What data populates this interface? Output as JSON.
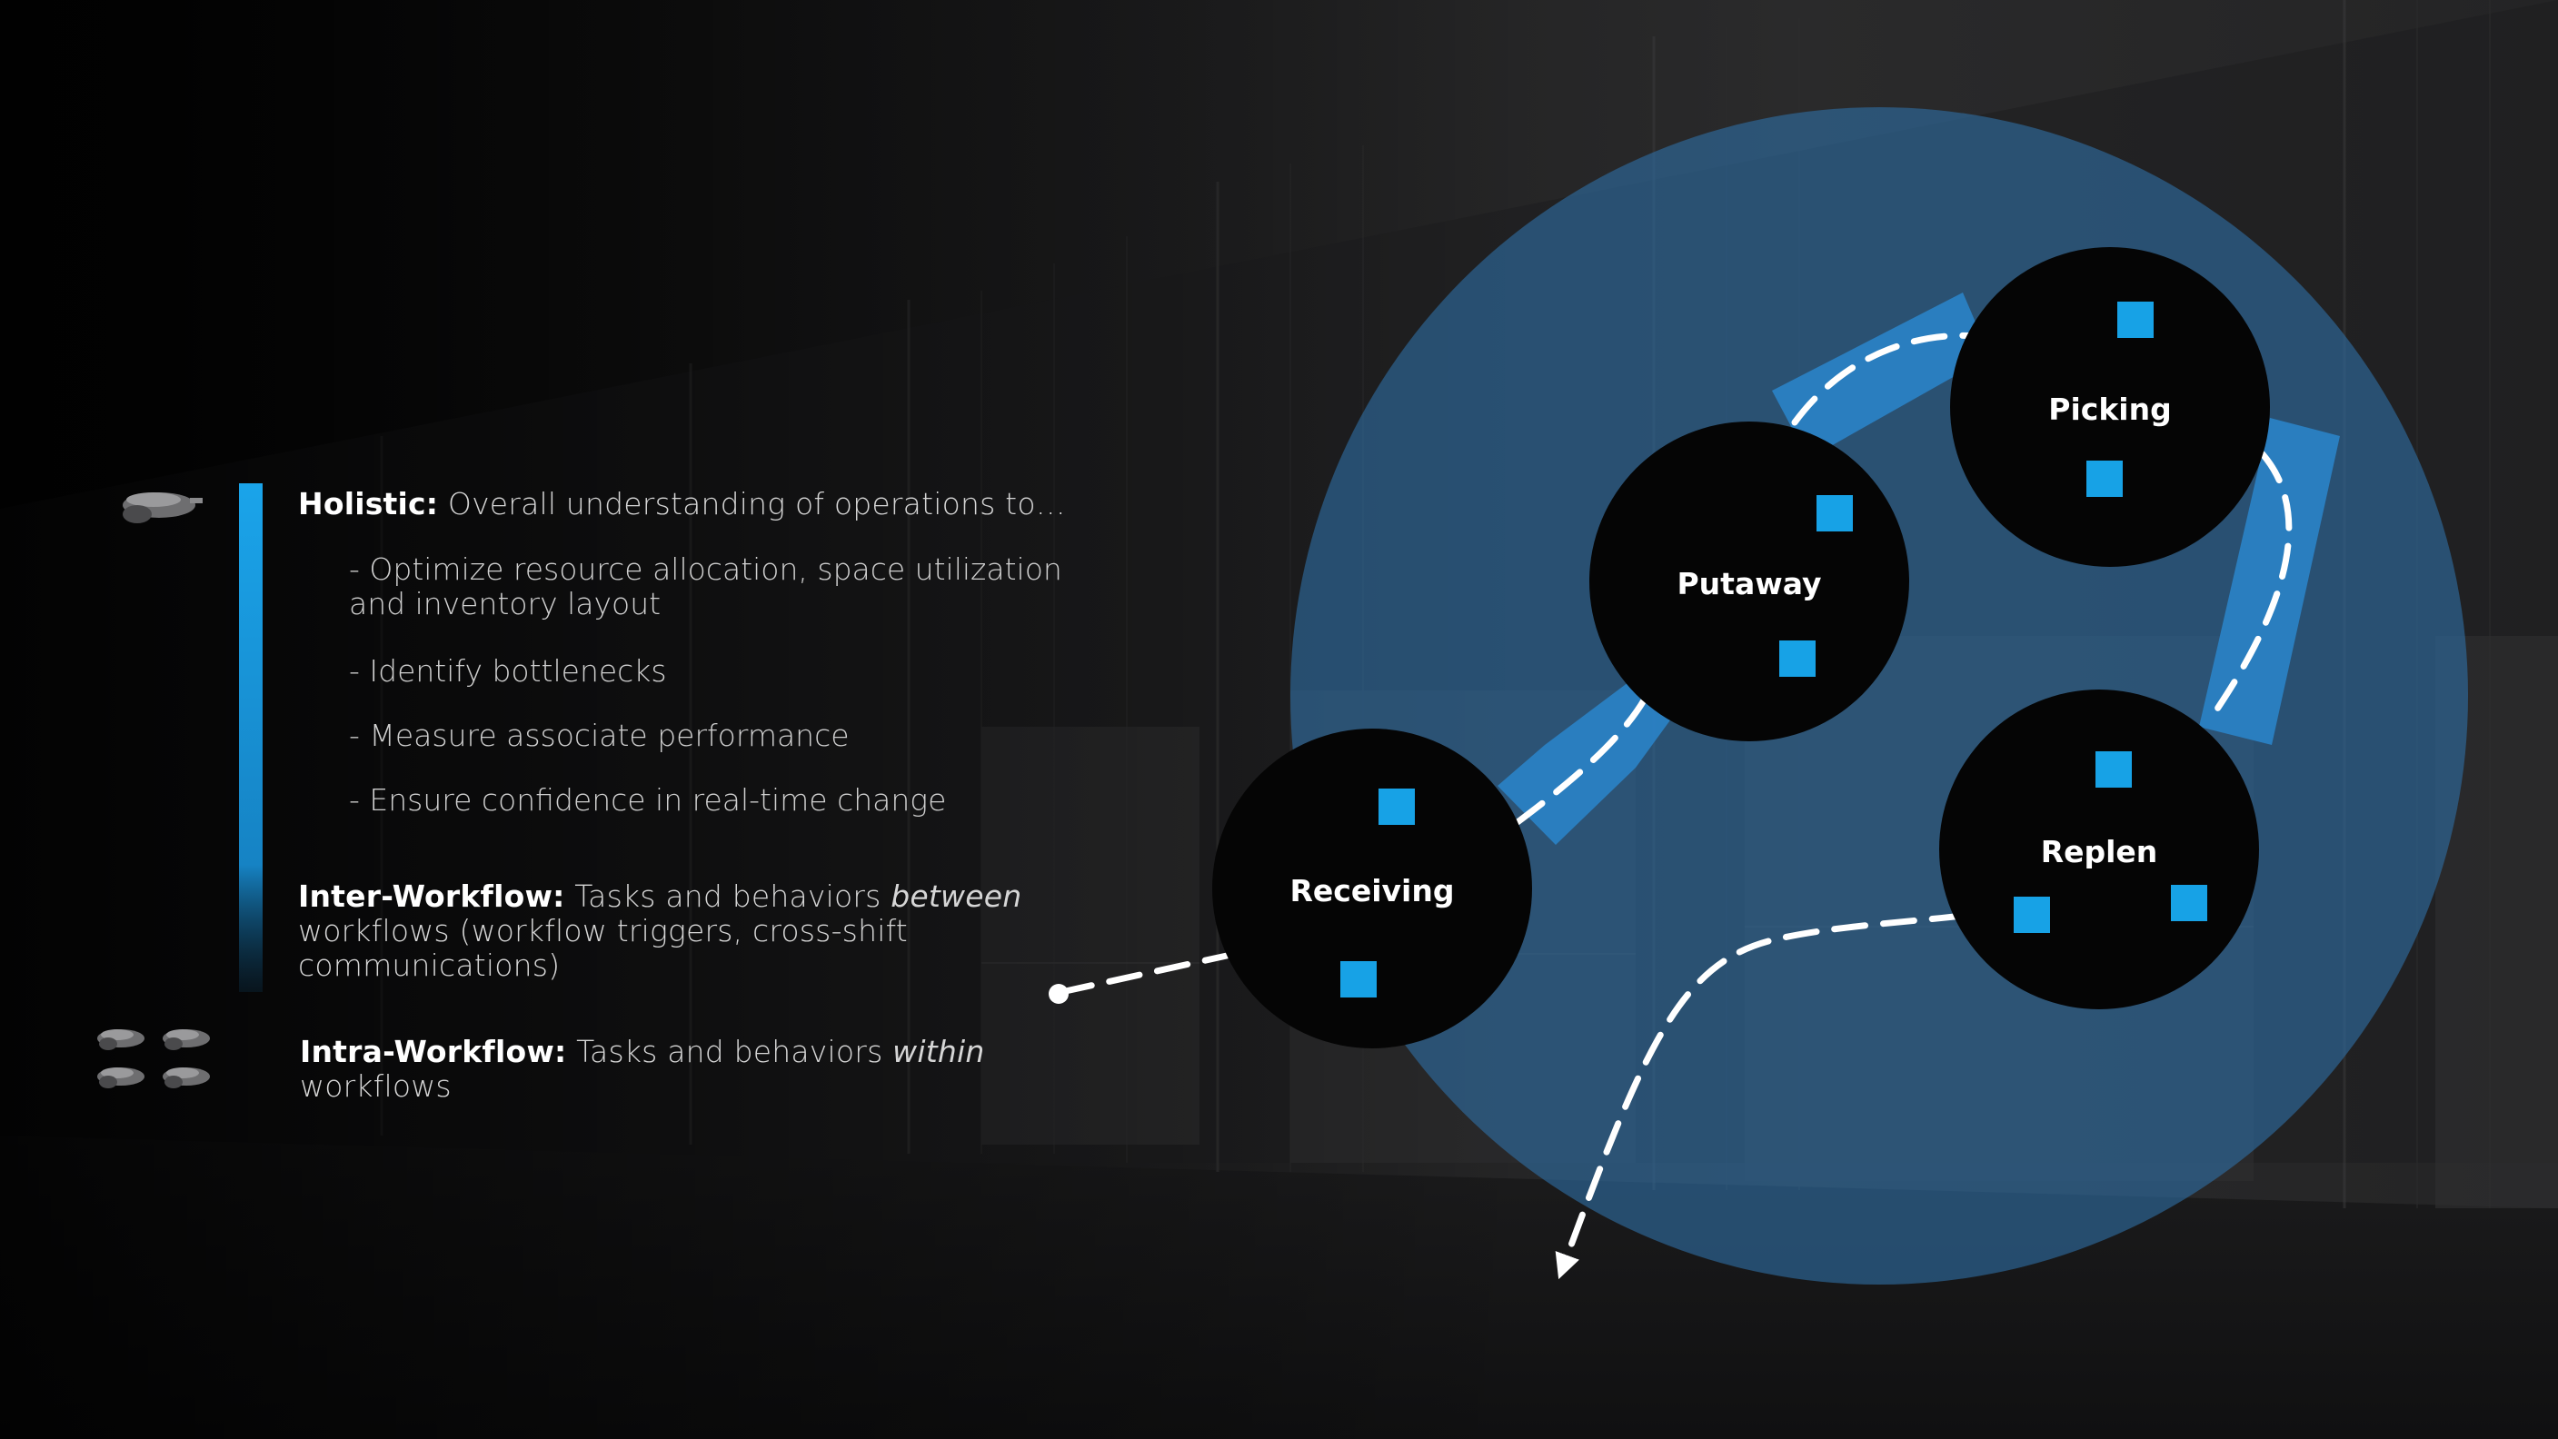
{
  "text": {
    "holistic": {
      "label": "Holistic:",
      "text": " Overall understanding of operations to…",
      "bullets": [
        "- Optimize resource allocation, space utilization and inventory layout",
        "- Identify bottlenecks",
        "- Measure associate performance",
        "- Ensure confidence in real-time change"
      ]
    },
    "inter_workflow": {
      "label": "Inter-Workflow:",
      "text_before": " Tasks and behaviors ",
      "emphasis": "between",
      "text_after": " workflows (workflow triggers, cross-shift communications)"
    },
    "intra_workflow": {
      "label": "Intra-Workflow:",
      "text_before": " Tasks and behaviors ",
      "emphasis": "within",
      "text_after": " workflows"
    }
  },
  "diagram": {
    "nodes": [
      {
        "id": "receiving",
        "label": "Receiving"
      },
      {
        "id": "putaway",
        "label": "Putaway"
      },
      {
        "id": "picking",
        "label": "Picking"
      },
      {
        "id": "replen",
        "label": "Replen"
      }
    ]
  },
  "colors": {
    "accent_blue": "#17a2e6",
    "circle_blue": "#2c5f8c",
    "connector_blue": "#2a7fc0",
    "node_black": "#050505",
    "text_white": "#ffffff",
    "text_grey": "#d6d6d6"
  },
  "icons": {
    "single_drone": "drone-icon",
    "drone_group": "drone-group-icon"
  }
}
